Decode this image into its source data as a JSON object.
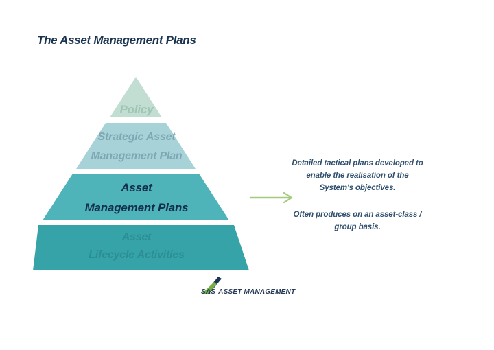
{
  "page": {
    "title": "The Asset Management Plans"
  },
  "pyramid": {
    "tiers": [
      {
        "id": "policy",
        "label_lines": [
          "Policy"
        ],
        "fill": "#c2ded2",
        "text_color": "#9fc6b4"
      },
      {
        "id": "strategic-asset-management-plan",
        "label_lines": [
          "Strategic Asset",
          "Management Plan"
        ],
        "fill": "#a6d2d8",
        "text_color": "#7fa6b5"
      },
      {
        "id": "asset-management-plans",
        "label_lines": [
          "Asset",
          "Management Plans"
        ],
        "fill": "#4eb4ba",
        "text_color": "#142f4c"
      },
      {
        "id": "asset-lifecycle-activities",
        "label_lines": [
          "Asset",
          "Lifecycle Activities"
        ],
        "fill": "#35a3a7",
        "text_color": "#2b8e95"
      }
    ]
  },
  "annotation": {
    "para1_lines": [
      "Detailed tactical plans developed to",
      "enable the realisation of the",
      "System's objectives."
    ],
    "para2_lines": [
      "Often produces on an asset-class /",
      "group basis."
    ]
  },
  "logo": {
    "brand_bold": "SAS",
    "brand_rest": "ASSET MANAGEMENT",
    "mark_navy": "#1d3553",
    "mark_green": "#76b043"
  },
  "colors": {
    "title_text": "#1a334f",
    "annotation_text": "#31506e",
    "arrow": "#a3ca7d",
    "background": "#ffffff"
  }
}
